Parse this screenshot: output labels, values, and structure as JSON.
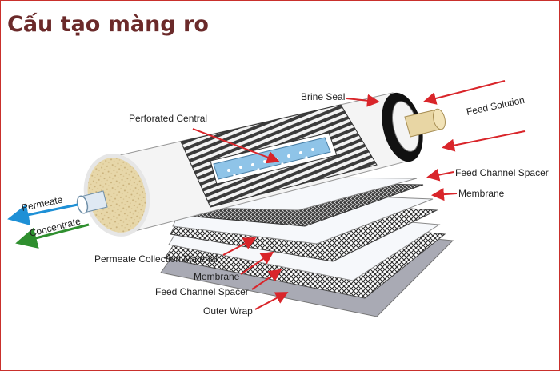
{
  "title": "Cấu tạo màng ro",
  "labels": {
    "brine_seal": "Brine Seal",
    "feed_solution": "Feed Solution",
    "perforated_central": "Perforated Central",
    "feed_channel_spacer_top": "Feed Channel Spacer",
    "membrane_top": "Membrane",
    "permeate": "Permeate",
    "concentrate": "Concentrate",
    "permeate_collection_material": "Permeate Collection Material",
    "membrane_bottom": "Membrane",
    "feed_channel_spacer_bottom": "Feed Channel Spacer",
    "outer_wrap": "Outer Wrap"
  },
  "colors": {
    "frame": "#c9302c",
    "title": "#6b2a2a",
    "arrow_red": "#d9252a",
    "arrow_blue": "#1e90d6",
    "arrow_green": "#2f8f2f",
    "core_blue": "#8fc4e8",
    "seal_black": "#111111",
    "end_cap": "#e8d6a4",
    "sheet_white": "#f6f8fb",
    "outer_wrap": "#a9aab4",
    "mesh": "#2a2a2a"
  }
}
